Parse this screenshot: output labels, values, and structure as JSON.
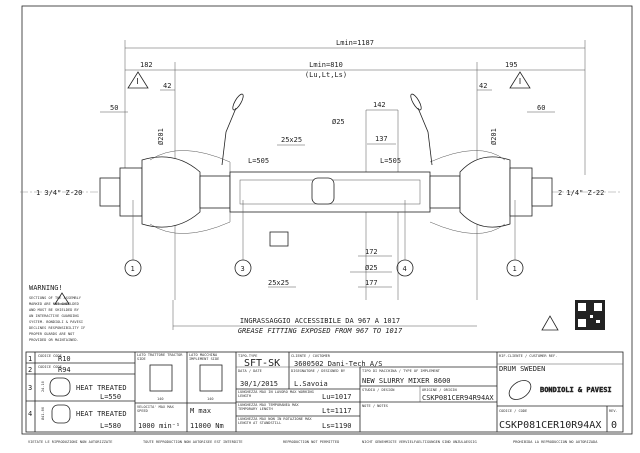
{
  "dimensions": {
    "lmin_closed": "Lmin=1187",
    "lmin_tube": "Lmin=810",
    "lengths_ref": "(Lu,Lt,Ls)",
    "left_overhang": "182",
    "right_overhang": "195",
    "left_42": "42",
    "right_42": "42",
    "left_50": "50",
    "right_60": "60",
    "left_dia": "Ø201",
    "right_dia": "Ø201",
    "profile_top": "25x25",
    "profile_bottom": "25x25",
    "dia_top": "Ø25",
    "dia_bottom": "Ø25",
    "d142": "142",
    "d137": "137",
    "d172": "172",
    "d177": "177",
    "left_shield": "L=505",
    "right_shield": "L=505",
    "left_spline": "1 3/4\" Z-20",
    "right_spline": "2 1/4\" Z-22"
  },
  "callouts": [
    "1",
    "3",
    "4",
    "1"
  ],
  "grease": {
    "it": "INGRASSAGGIO ACCESSIBILE DA 967 A 1017",
    "en": "GREASE FITTING EXPOSED FROM 967 TO 1017"
  },
  "warning": {
    "title": "WARNING!",
    "lines": [
      "SECTIONS    OF THE ASSEMBLY",
      "MARKED      ARE NOT SHIELDED",
      "AND MUST BE SHIELDED BY",
      "AN INTERACTIVE GUARDING",
      "SYSTEM. BONDIOLI & PAVESI",
      "DECLINES RESPONSIBILITY IF",
      "PROPER GUARDS ARE NOT",
      "PROVIDED OR MAINTAINED."
    ]
  },
  "title_block": {
    "rows": [
      {
        "num": "1",
        "label": "CODICE CODE",
        "code": "R10"
      },
      {
        "num": "2",
        "label": "CODICE CODE",
        "code": "R94"
      },
      {
        "num": "3",
        "dim": "24.10",
        "note": "HEAT TREATED",
        "length": "L=550"
      },
      {
        "num": "4",
        "dim": "Ø41.80",
        "note": "HEAT TREATED",
        "length": "L=580"
      }
    ],
    "tractor_side_label": "LATO TRATTORE TRACTOR SIDE",
    "implement_side_label": "LATO MACCHINA IMPLEMENT SIDE",
    "tractor_dim": "140",
    "implement_dim": "140",
    "speed_label": "VELOCITA' MAX MAX SPEED",
    "speed_value": "1000  min⁻¹",
    "torque_label": "M max",
    "torque_value": "11000 Nm",
    "type_label": "TIPO-TYPE",
    "type_value": "SFT-SK",
    "date_label": "DATA / DATE",
    "date_value": "30/1/2015",
    "client_label": "CLIENTE / CUSTOMER",
    "client_value": "3600502  Dani-Tech A/S",
    "designer_label": "DISEGNATORE / DESIGNED BY",
    "designer_value": "L.Savoia",
    "lu_label": "LUNGHEZZA MAX IN LAVORO MAX WORKING LENGTH",
    "lu_value": "Lu=1017",
    "lt_label": "LUNGHEZZA MAX TEMPORANEA MAX TEMPORARY LENGTH",
    "lt_value": "Lt=1117",
    "ls_label": "LUNGHEZZA MAX NON IN ROTAZIONE MAX LENGTH AT STANDSTILL",
    "ls_value": "Ls=1190",
    "machine_label": "TIPO DI MACCHINA / TYPE OF IMPLEMENT",
    "machine_value": "NEW SLURRY MIXER 8600",
    "study_label": "STUDIO / DESIGN",
    "origin_label": "ORIGINE / ORIGIN",
    "origin_value": "CSKP081CER94R94AX",
    "notes_label": "NOTE / NOTES",
    "ref_label": "RIF.CLIENTE / CUSTOMER REF.",
    "ref_value": "DRUM SWEDEN",
    "logo": "BONDIOLI & PAVESI",
    "code_label": "CODICE / CODE",
    "code_value": "CSKP081CER10R94AX",
    "rev_label": "REV.",
    "rev_value": "0"
  },
  "footer": [
    "VIETATE LE RIPRODUZIONI NON AUTORIZZATE",
    "TOUTE REPRODUCTION NON AUTORISEE EST INTERDITE",
    "REPRODUCTION NOT PERMITTED",
    "NICHT GENEHMIGTE VERVIELFAELTIGUNGEN SIND UNZULAESSIG",
    "PROHIBIDA LA REPRODUCCION NO AUTORIZADA"
  ]
}
